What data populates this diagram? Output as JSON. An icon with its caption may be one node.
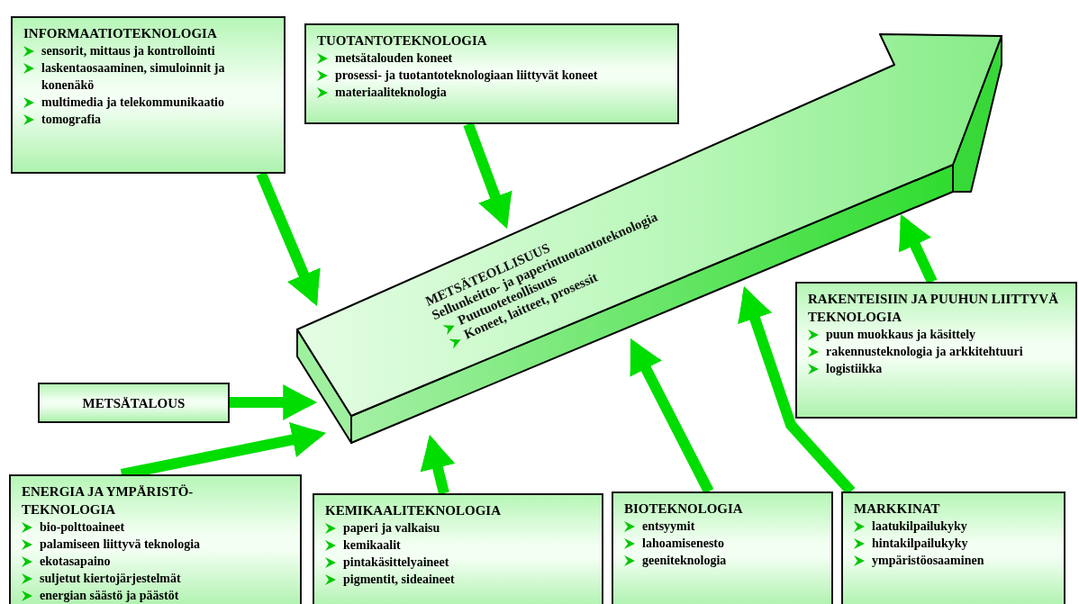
{
  "diagram": {
    "nodes": [
      {
        "text": [
          "INFORMAATIOTEKNOLOGIA",
          "sensorit, mittaus ja kontrollointi",
          "laskentaosaaminen, simuloinnit ja konenäkö",
          "multimedia ja telekommunikaatio",
          "tomografia"
        ]
      },
      {
        "text": [
          "TUOTANTOTEKNOLOGIA",
          "metsätalouden koneet",
          "prosessi- ja tuotantoteknologiaan liittyvät koneet",
          "materiaaliteknologia"
        ]
      },
      {
        "text": [
          "METSÄTEOLLISUUS",
          "Sellunkeitto- ja paperintuotantoteknologia",
          "Puutuoteteollisuus",
          "Koneet, laitteet, prosessit"
        ]
      },
      {
        "text": [
          "METSÄTALOUS"
        ]
      },
      {
        "text": [
          "RAKENTEISIIN JA PUUHUN LIITTYVÄ TEKNOLOGIA",
          "puun muokkaus ja käsittely",
          "rakennusteknologia ja arkkitehtuuri",
          "logistiikka"
        ]
      },
      {
        "text": [
          "ENERGIA JA YMPÄRISTÖ- TEKNOLOGIA",
          "bio-polttoaineet",
          "palamiseen liittyvä teknologia",
          "ekotasapaino",
          "suljetut kiertojärjestelmät",
          "energian säästö ja  päästöt"
        ]
      },
      {
        "text": [
          "KEMIKAALITEKNOLOGIA",
          "paperi ja valkaisu",
          "kemikaalit",
          "pintakäsittelyaineet",
          "pigmentit, sideaineet"
        ]
      },
      {
        "text": [
          "BIOTEKNOLOGIA",
          "entsyymit",
          "lahoamisenesto",
          "geeniteknologia"
        ]
      },
      {
        "text": [
          "MARKKINAT",
          "laatukilpailukyky",
          "hintakilpailukyky",
          "ympäristöosaaminen"
        ]
      }
    ],
    "edges": [
      {
        "from": 0,
        "to": 2,
        "arrow": "to"
      },
      {
        "from": 1,
        "to": 2,
        "arrow": "to"
      },
      {
        "from": 3,
        "to": 2,
        "arrow": "to"
      },
      {
        "from": 4,
        "to": 2,
        "arrow": "to"
      },
      {
        "from": 5,
        "to": 2,
        "arrow": "to"
      },
      {
        "from": 6,
        "to": 2,
        "arrow": "to"
      },
      {
        "from": 7,
        "to": 2,
        "arrow": "to"
      },
      {
        "from": 8,
        "to": 2,
        "arrow": "to"
      }
    ]
  }
}
